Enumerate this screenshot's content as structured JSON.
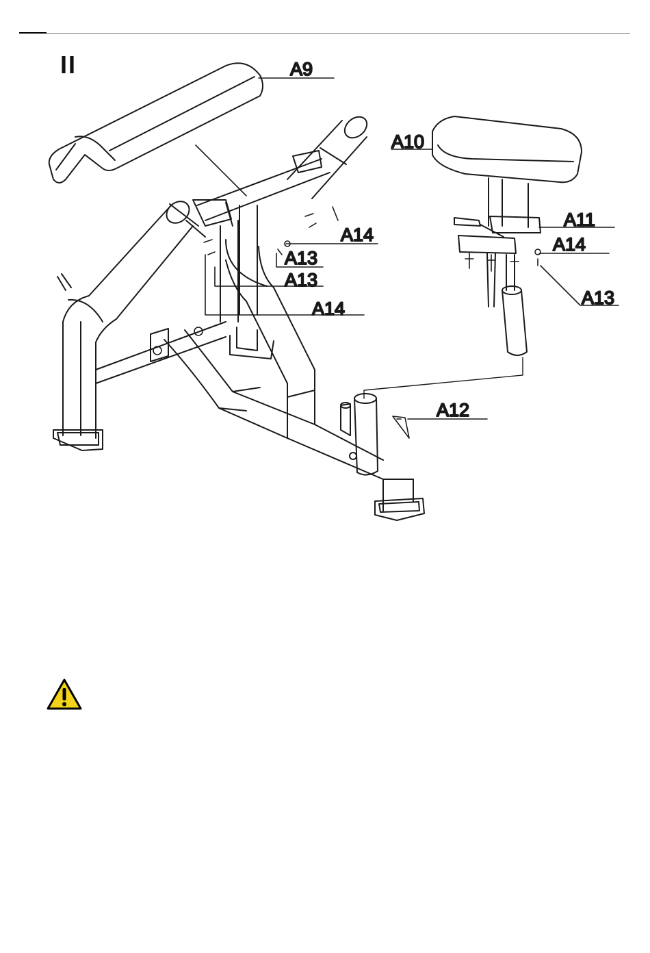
{
  "step": "II",
  "labels": {
    "a9": "A9",
    "a10": "A10",
    "a11": "A11",
    "a12": "A12",
    "a13_left_1": "A13",
    "a13_left_2": "A13",
    "a13_right": "A13",
    "a14_left_top": "A14",
    "a14_left_bottom": "A14",
    "a14_right": "A14"
  },
  "colors": {
    "warning_fill": "#f3d31a",
    "warning_stroke": "#000000"
  },
  "icons": {
    "warning": "warning-triangle-icon"
  }
}
